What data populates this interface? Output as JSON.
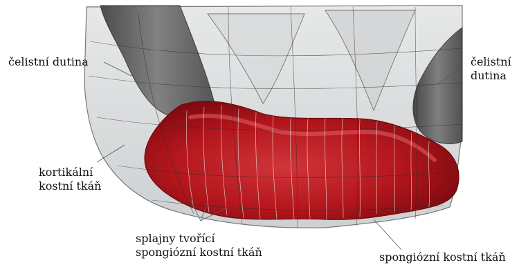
{
  "labels": {
    "sinus_left": "čelistní dutina",
    "sinus_right_line1": "čelistní",
    "sinus_right_line2": "dutina",
    "cortical_line1": "kortikální",
    "cortical_line2": "kostní tkáň",
    "splines_line1": "splajny tvořící",
    "splines_line2": "spongiózní kostní tkáň",
    "spongy": "spongiózní kostní tkáň"
  },
  "colors": {
    "spongy_bone": "#b0141a",
    "cortical_shell": "#cfd2d4",
    "sinus": "#5a5a5a",
    "wire": "#2a2a2a"
  }
}
